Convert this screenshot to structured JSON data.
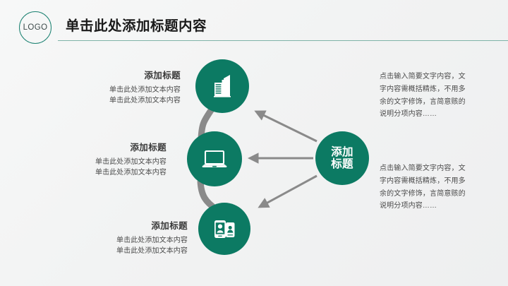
{
  "header": {
    "logo_text": "LOGO",
    "title": "单击此处添加标题内容"
  },
  "colors": {
    "brand_teal": "#0c7a63",
    "logo_outline": "#1c8272",
    "rule": "#7fb3a8",
    "connector_gray": "#8a8a8a",
    "arrow_gray": "#8a8a8a",
    "background": "#f4f5f5",
    "heading_text": "#3a3a3a",
    "body_text": "#4a4a4a"
  },
  "center_node": {
    "icon": "text-badge",
    "label_line_1": "添加",
    "label_line_2": "标题"
  },
  "nodes": [
    {
      "id": "building",
      "icon": "office-building-icon",
      "heading": "添加标题",
      "lines": [
        "单击此处添加文本内容",
        "单击此处添加文本内容"
      ]
    },
    {
      "id": "laptop",
      "icon": "laptop-icon",
      "heading": "添加标题",
      "lines": [
        "单击此处添加文本内容",
        "单击此处添加文本内容"
      ]
    },
    {
      "id": "mobile",
      "icon": "mobile-contacts-icon",
      "heading": "添加标题",
      "lines": [
        "单击此处添加文本内容",
        "单击此处添加文本内容"
      ]
    }
  ],
  "right_blocks": [
    {
      "id": "right-1",
      "text": "点击输入简要文字内容，文字内容需概括精炼，不用多余的文字修饰，言简意赅的说明分项内容……"
    },
    {
      "id": "right-2",
      "text": "点击输入简要文字内容，文字内容需概括精炼，不用多余的文字修饰，言简意赅的说明分项内容……"
    }
  ]
}
